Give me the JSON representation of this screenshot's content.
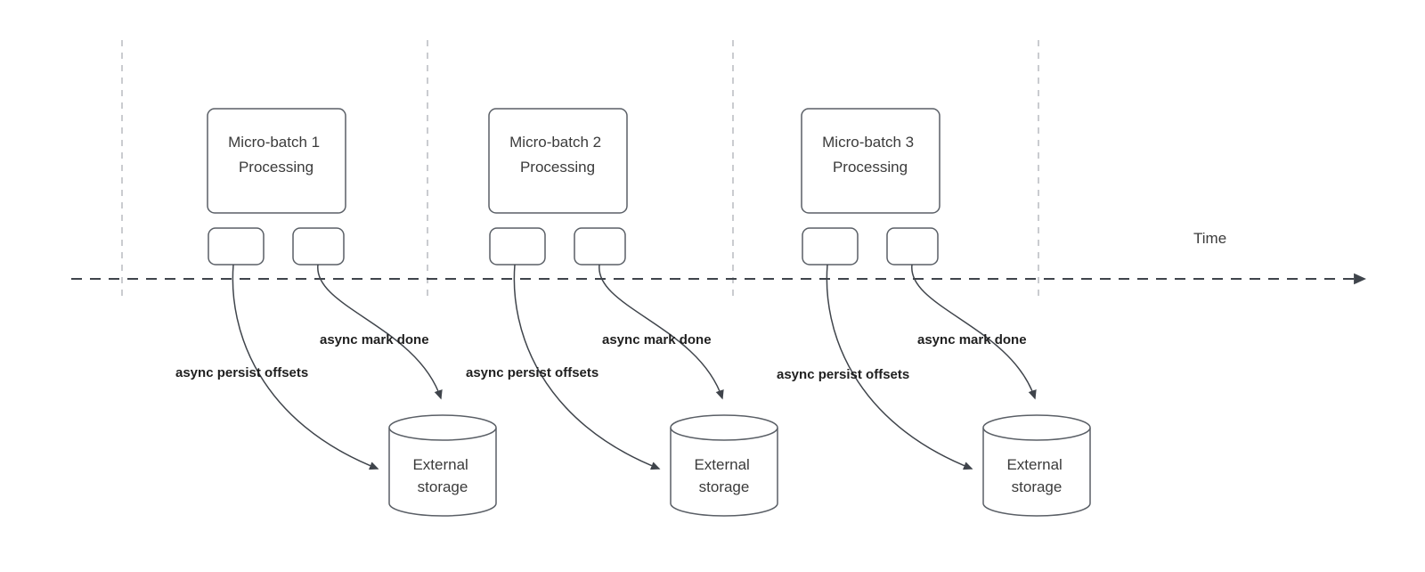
{
  "diagram": {
    "time_axis_label": "Time",
    "batches": [
      {
        "title_line1": "Micro-batch 1",
        "title_line2": "Processing",
        "persist_offsets_label": "async persist offsets",
        "mark_done_label": "async mark done",
        "storage_line1": "External",
        "storage_line2": "storage"
      },
      {
        "title_line1": "Micro-batch 2",
        "title_line2": "Processing",
        "persist_offsets_label": "async persist offsets",
        "mark_done_label": "async mark done",
        "storage_line1": "External",
        "storage_line2": "storage"
      },
      {
        "title_line1": "Micro-batch 3",
        "title_line2": "Processing",
        "persist_offsets_label": "async persist offsets",
        "mark_done_label": "async mark done",
        "storage_line1": "External",
        "storage_line2": "storage"
      }
    ],
    "colors": {
      "shape_stroke": "#5a5f66",
      "edge_stroke": "#3f444b",
      "gridline": "#b9bcc0",
      "node_text": "#3b3b3b",
      "edge_label_text": "#1f1f1f",
      "background": "#ffffff"
    }
  }
}
